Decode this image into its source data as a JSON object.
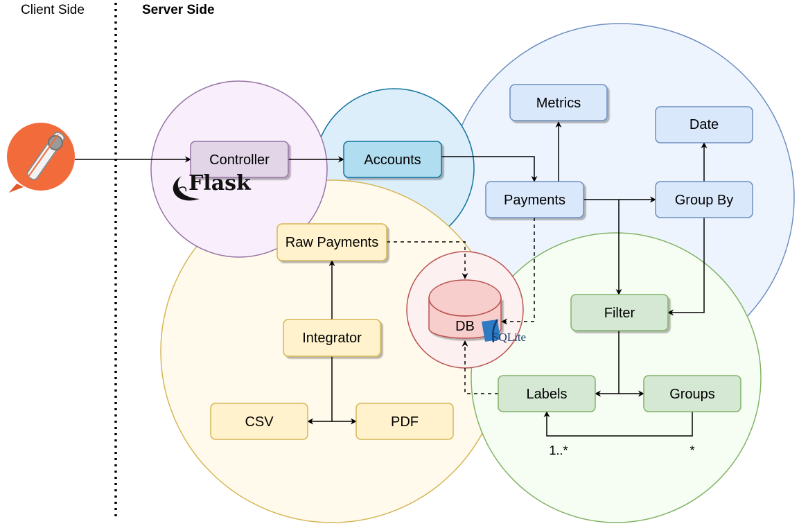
{
  "sections": {
    "client": "Client Side",
    "server": "Server Side"
  },
  "nodes": {
    "controller": "Controller",
    "accounts": "Accounts",
    "payments": "Payments",
    "metrics": "Metrics",
    "date": "Date",
    "group_by": "Group By",
    "filter": "Filter",
    "labels": "Labels",
    "groups": "Groups",
    "raw_payments": "Raw Payments",
    "integrator": "Integrator",
    "csv": "CSV",
    "pdf": "PDF",
    "db": "DB"
  },
  "multiplicity": {
    "labels_end": "1..*",
    "groups_end": "*"
  },
  "logos": {
    "flask": "Flask",
    "sqlite": "SQLite",
    "postman": "postman-icon"
  },
  "colors": {
    "flask_zone": "#f9eefb",
    "accounts_zone": "#ddeefb",
    "payments_zone": "#eef4fe",
    "import_zone": "#fffaeb",
    "filter_zone": "#f6fdf3",
    "db_zone": "#fdf0f0"
  }
}
